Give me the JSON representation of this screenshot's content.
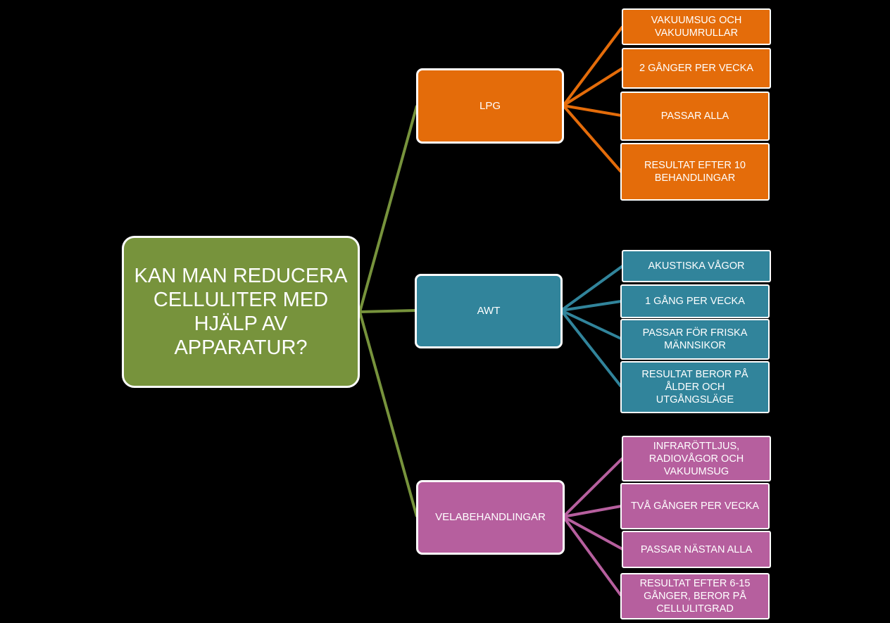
{
  "colors": {
    "background": "#000000",
    "border": "#ffffff",
    "root": "#77933c",
    "lpg": "#e46c0a",
    "awt": "#31849b",
    "vela": "#b65f9e"
  },
  "root": {
    "label": "KAN MAN REDUCERA CELLULITER MED HJÄLP AV APPARATUR?"
  },
  "branches": [
    {
      "id": "lpg",
      "label": "LPG",
      "leaves": [
        "VAKUUMSUG OCH VAKUUMRULLAR",
        "2 GÅNGER PER VECKA",
        "PASSAR ALLA",
        "RESULTAT EFTER 10 BEHANDLINGAR"
      ]
    },
    {
      "id": "awt",
      "label": "AWT",
      "leaves": [
        "AKUSTISKA VÅGOR",
        "1 GÅNG PER VECKA",
        "PASSAR FÖR FRISKA MÄNNSIKOR",
        "RESULTAT BEROR PÅ ÅLDER OCH UTGÅNGSLÄGE"
      ]
    },
    {
      "id": "vela",
      "label": "VELABEHANDLINGAR",
      "leaves": [
        "INFRARÖTTLJUS, RADIOVÅGOR OCH VAKUUMSUG",
        "TVÅ GÅNGER PER VECKA",
        "PASSAR NÄSTAN ALLA",
        "RESULTAT EFTER 6-15 GÅNGER, BEROR PÅ CELLULITGRAD"
      ]
    }
  ]
}
